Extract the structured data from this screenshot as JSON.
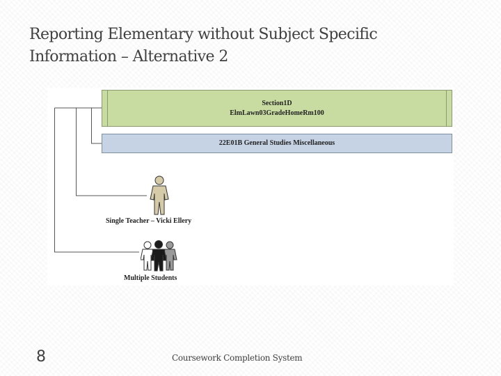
{
  "slide": {
    "title_line1": "Reporting Elementary without Subject Specific",
    "title_line2": "Information – Alternative 2",
    "page_number": "8",
    "footer": "Coursework Completion System"
  },
  "diagram": {
    "section": {
      "line1": "Section1D",
      "line2": "ElmLawn03GradeHomeRm100"
    },
    "course": {
      "label": "22E01B General Studies Miscellaneous"
    },
    "teacher": {
      "label": "Single Teacher – Vicki Ellery",
      "icon": "teacher-figure-icon"
    },
    "students": {
      "label": "Multiple Students",
      "icon": "students-group-icon"
    },
    "colors": {
      "section_fill": "#c8dba0",
      "course_fill": "#c6d3e4",
      "teacher_figure": "#d6cba8",
      "connector": "#555555"
    }
  }
}
